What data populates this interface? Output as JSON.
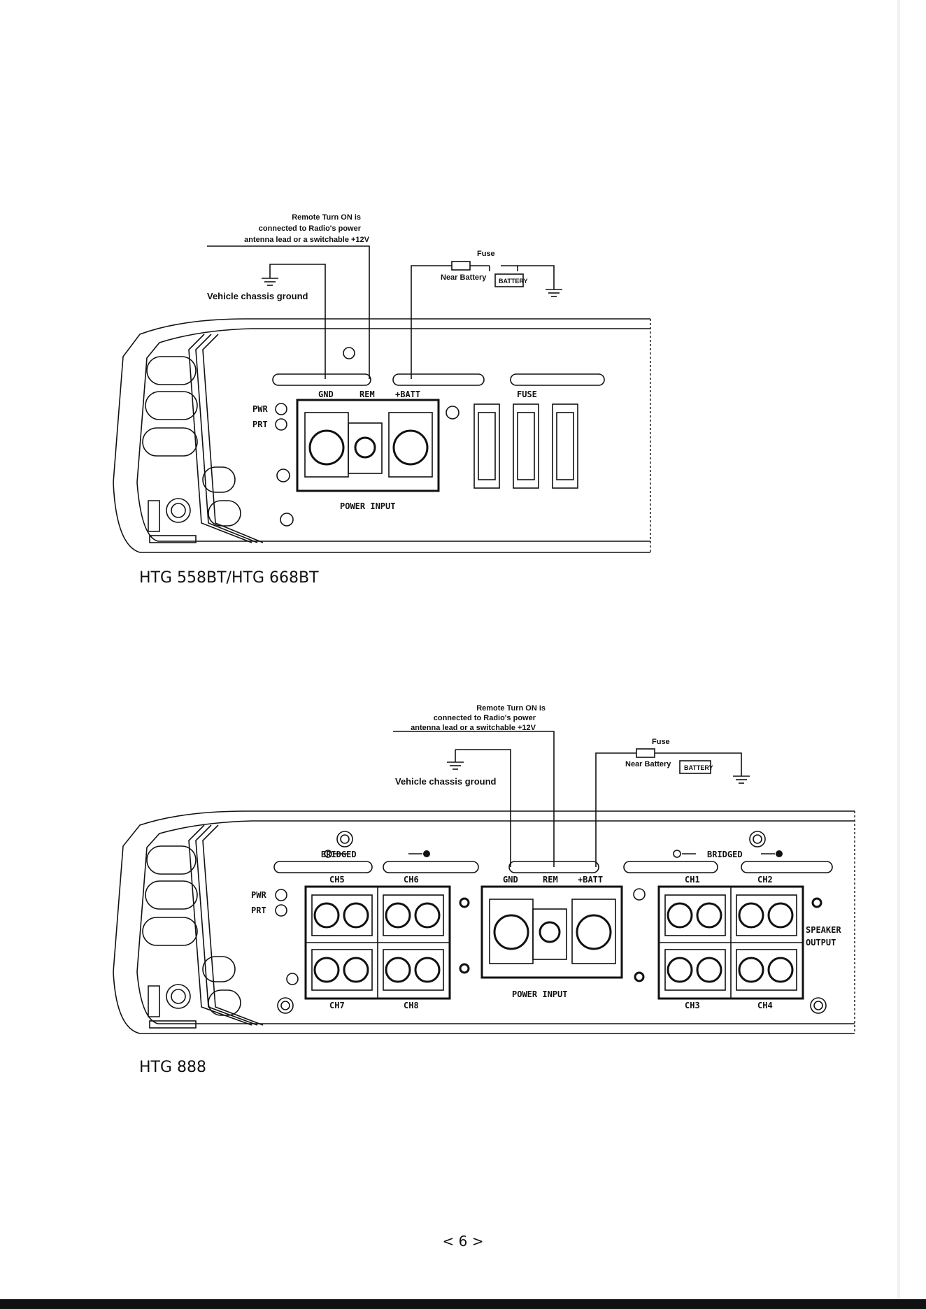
{
  "diagram1": {
    "remote_note": [
      "Remote Turn ON is",
      "connected to Radio's power",
      "antenna lead or a switchable +12V"
    ],
    "chassis_ground": "Vehicle chassis ground",
    "fuse": "Fuse",
    "near_battery": "Near Battery",
    "battery": "BATTERY",
    "gnd": "GND",
    "rem": "REM",
    "batt": "+BATT",
    "fuse_label": "FUSE",
    "pwr": "PWR",
    "prt": "PRT",
    "power_input": "POWER INPUT",
    "caption": "HTG 558BT/HTG 668BT"
  },
  "diagram2": {
    "remote_note": [
      "Remote Turn ON is",
      "connected to Radio's power",
      "antenna lead or a switchable +12V"
    ],
    "chassis_ground": "Vehicle chassis ground",
    "fuse": "Fuse",
    "near_battery": "Near Battery",
    "battery": "BATTERY",
    "gnd": "GND",
    "rem": "REM",
    "batt": "+BATT",
    "pwr": "PWR",
    "prt": "PRT",
    "bridged": "BRIDGED",
    "channels": [
      "CH5",
      "CH6",
      "CH7",
      "CH8",
      "CH1",
      "CH2",
      "CH3",
      "CH4"
    ],
    "power_input": "POWER INPUT",
    "speaker_output": [
      "SPEAKER",
      "OUTPUT"
    ],
    "caption": "HTG 888"
  },
  "page_number": "< 6 >"
}
